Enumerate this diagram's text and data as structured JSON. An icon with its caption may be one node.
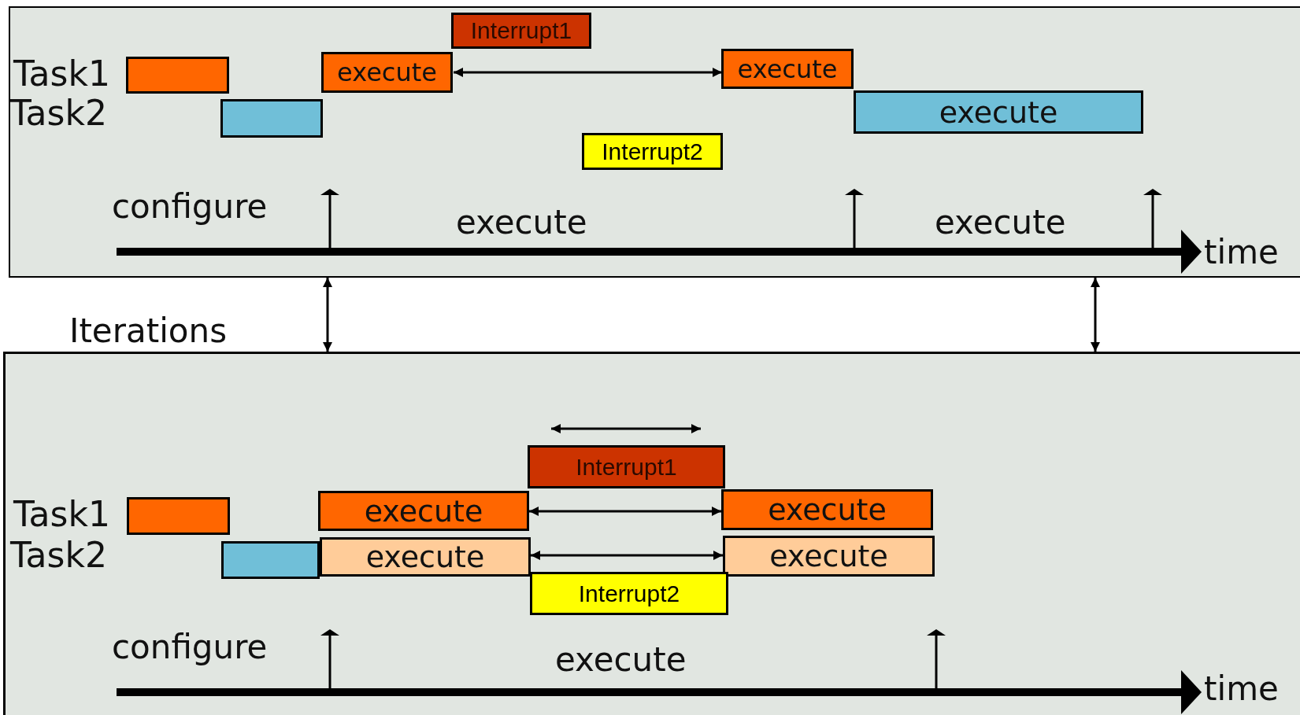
{
  "diagram": {
    "nodes": [
      {
        "text": [],
        "shape": "box"
      },
      {
        "text": [
          "Interrupt1"
        ],
        "in": 0
      },
      {
        "text": [],
        "shape": "box",
        "in": 0
      },
      {
        "text": [
          "execute"
        ],
        "in": 0
      },
      {
        "text": [
          "execute"
        ],
        "in": 0
      },
      {
        "text": [],
        "shape": "box",
        "in": 0
      },
      {
        "text": [
          "execute"
        ],
        "in": 0
      },
      {
        "text": [
          "Interrupt2"
        ],
        "in": 0
      },
      {
        "text": [],
        "shape": "box"
      },
      {
        "text": [
          "Interrupt1"
        ],
        "in": 8
      },
      {
        "text": [],
        "shape": "box",
        "in": 8
      },
      {
        "text": [
          "execute"
        ],
        "in": 8
      },
      {
        "text": [
          "execute"
        ],
        "in": 8
      },
      {
        "text": [],
        "shape": "box",
        "in": 8
      },
      {
        "text": [
          "execute"
        ],
        "in": 8
      },
      {
        "text": [
          "execute"
        ],
        "in": 8
      },
      {
        "text": [
          "Interrupt2"
        ],
        "in": 8
      }
    ],
    "edges": [
      {
        "from": 0,
        "to": 8,
        "arrow": "both"
      },
      {
        "from": 0,
        "to": 8,
        "arrow": "both"
      },
      {
        "from": 3,
        "to": 4,
        "arrow": "both"
      },
      {
        "from": 11,
        "to": 12,
        "arrow": "both"
      },
      {
        "from": 14,
        "to": 15,
        "arrow": "both"
      }
    ],
    "labels": [
      "Task1",
      "Task2",
      "configure",
      "execute",
      "execute",
      "time",
      "Iterations",
      "Task1",
      "Task2",
      "configure",
      "execute",
      "time"
    ]
  }
}
